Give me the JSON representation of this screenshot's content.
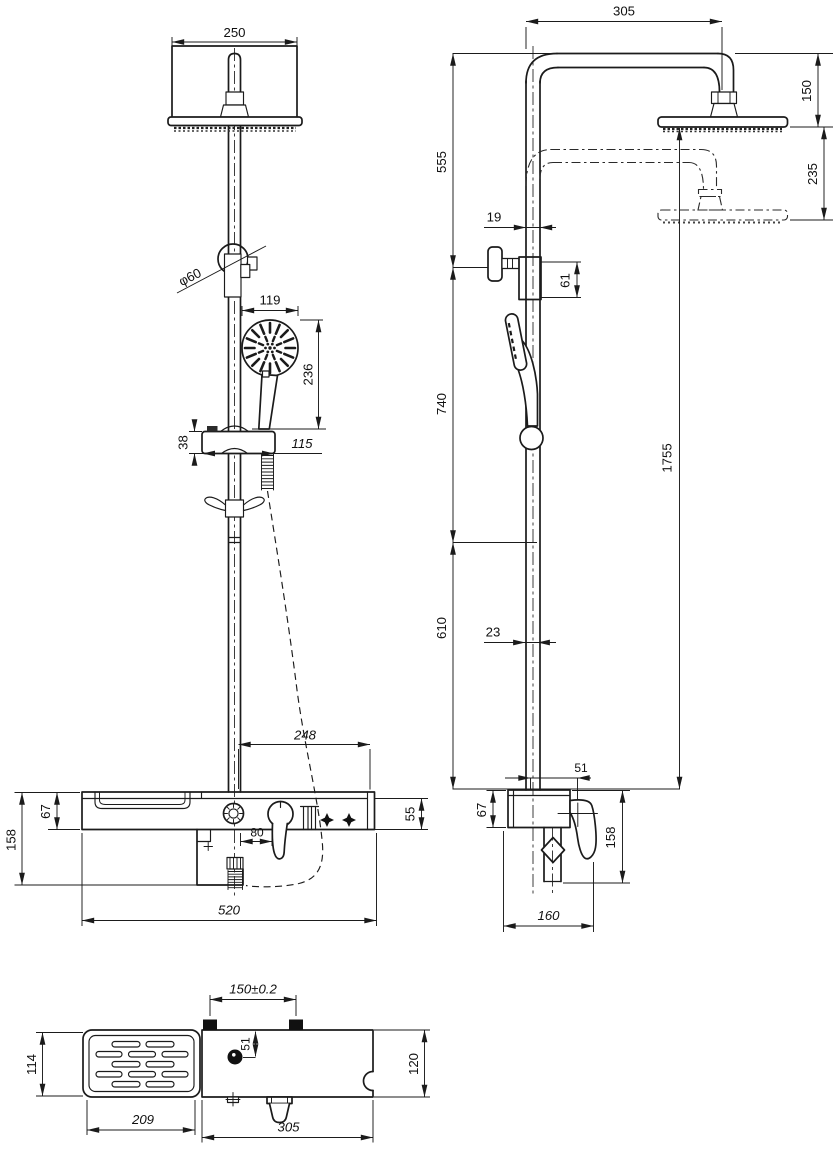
{
  "drawing": {
    "background": "#ffffff",
    "ink": "#1b1b1b",
    "description": "Dimensioned three-view technical drawing of a shower column with overhead shower, hand shower, slide bracket, deck-mounted mixer body and tub spout"
  },
  "views": {
    "front": {
      "name": "front view",
      "dims": {
        "head_width": "250",
        "mount_dia": "φ60",
        "hand_width": "119",
        "hand_height": "236",
        "bracket_height": "38",
        "bracket_width": "115",
        "deck_span": "248",
        "deck_lip": "67",
        "deck_drop": "158",
        "outlet_offset": "80",
        "edge_height": "55",
        "deck_width": "520"
      }
    },
    "side": {
      "name": "side view",
      "dims": {
        "arm_reach": "305",
        "head_drop": "150",
        "head_travel": "235",
        "upper_height": "555",
        "pipe_width_upper": "19",
        "slider_height": "61",
        "mid_height": "740",
        "overall_height": "1755",
        "lower_height": "610",
        "pipe_width_lower": "23",
        "handle_offset": "51",
        "body_lip": "67",
        "body_drop": "158",
        "body_depth": "160"
      }
    },
    "bottom": {
      "name": "bottom view",
      "dims": {
        "inlet_spacing": "150±0.2",
        "tray_depth": "114",
        "knob_offset": "51",
        "body_depth": "120",
        "tray_width": "209",
        "body_width": "305"
      }
    }
  }
}
